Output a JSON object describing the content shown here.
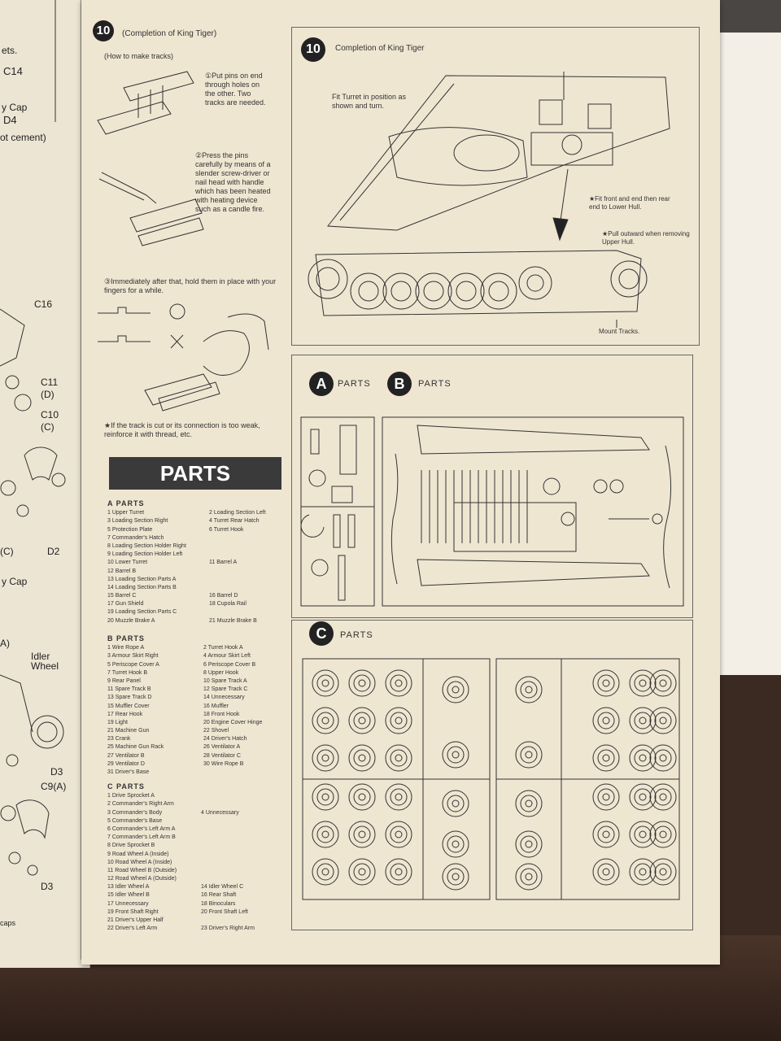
{
  "left_page": {
    "labels": [
      "ets.",
      "C14",
      "y Cap",
      "D4",
      "ot cement)",
      "C16",
      "C11",
      "(D)",
      "C10",
      "(C)",
      "(C)",
      "D2",
      "y Cap",
      "A)",
      "Idler",
      "Wheel",
      "D3",
      "C9(A)",
      "D3",
      "caps"
    ]
  },
  "step_left": {
    "number": "10",
    "title": "(Completion of King Tiger)",
    "subtitle": "(How to make tracks)",
    "instr1": "①Put pins on end through holes on the other. Two tracks are needed.",
    "instr2": "②Press the pins carefully by means of a slender screw-driver or nail head with handle which has been heated with heating device such as a candle fire.",
    "instr3": "③Immediately after that, hold them in place with your fingers for a while.",
    "note": "★If the track is cut or its connection is too weak, reinforce it with thread, etc."
  },
  "step_right": {
    "number": "10",
    "title": "Completion of King Tiger",
    "note_turret": "Fit Turret in position as shown and turn.",
    "note_front": "★Fit front and end then rear end to Lower Hull.",
    "note_pull": "★Pull outward when removing Upper Hull.",
    "note_mount": "Mount Tracks."
  },
  "parts_heading": "PARTS",
  "a_parts": {
    "header": "A PARTS",
    "left": [
      "1 Upper Turret",
      "3 Loading Section Right",
      "5 Protection Plate",
      "7 Commander's Hatch",
      "8 Loading Section Holder Right",
      "9 Loading Section Holder Left",
      "10 Lower Turret",
      "12 Barrel B",
      "13 Loading Section Parts A",
      "14 Loading Section Parts B",
      "15 Barrel C",
      "17 Gun Shield",
      "19 Loading Section Parts C",
      "20 Muzzle Brake A"
    ],
    "right": [
      "2 Loading Section Left",
      "4 Turret Rear Hatch",
      "6 Turret Hook",
      "",
      "",
      "",
      "11 Barrel A",
      "",
      "",
      "",
      "16 Barrel D",
      "18 Cupola Rail",
      "",
      "21 Muzzle Brake B"
    ]
  },
  "b_parts": {
    "header": "B PARTS",
    "left": [
      "1 Wire Rope A",
      "3 Armour Skirt Right",
      "5 Periscope Cover A",
      "7 Turret Hook B",
      "9 Rear Panel",
      "11 Spare Track B",
      "13 Spare Track D",
      "15 Muffler Cover",
      "17 Rear Hook",
      "19 Light",
      "21 Machine Gun",
      "23 Crank",
      "25 Machine Gun Rack",
      "27 Ventilator B",
      "29 Ventilator D",
      "31 Driver's Base"
    ],
    "right": [
      "2 Turret Hook A",
      "4 Armour Skirt Left",
      "6 Periscope Cover B",
      "8 Upper Hook",
      "10 Spare Track A",
      "12 Spare Track C",
      "14 Unnecessary",
      "16 Muffler",
      "18 Front Hook",
      "20 Engine Cover Hinge",
      "22 Shovel",
      "24 Driver's Hatch",
      "26 Ventilator A",
      "28 Ventilator C",
      "30 Wire Rope B",
      ""
    ]
  },
  "c_parts": {
    "header": "C PARTS",
    "left": [
      "1 Drive Sprocket A",
      "2 Commander's Right Arm",
      "3 Commander's Body",
      "5 Commander's Base",
      "6 Commander's Left Arm A",
      "7 Commander's Left Arm B",
      "8 Drive Sprocket B",
      "9 Road Wheel A (Inside)",
      "10 Road Wheel A (Inside)",
      "11 Road Wheel B (Outside)",
      "12 Road Wheel A (Outside)",
      "13 Idler Wheel A",
      "15 Idler Wheel B",
      "17 Unnecessary",
      "19 Front Shaft Right",
      "21 Driver's Upper Half",
      "22 Driver's Left Arm"
    ],
    "right": [
      "",
      "",
      "4 Unnecessary",
      "",
      "",
      "",
      "",
      "",
      "",
      "",
      "",
      "14 Idler Wheel C",
      "16 Rear Shaft",
      "18 Binoculars",
      "20 Front Shaft Left",
      "",
      "23 Driver's Right Arm"
    ]
  },
  "sprue_labels": {
    "a": "A",
    "b": "B",
    "c": "C",
    "parts": "PARTS"
  }
}
